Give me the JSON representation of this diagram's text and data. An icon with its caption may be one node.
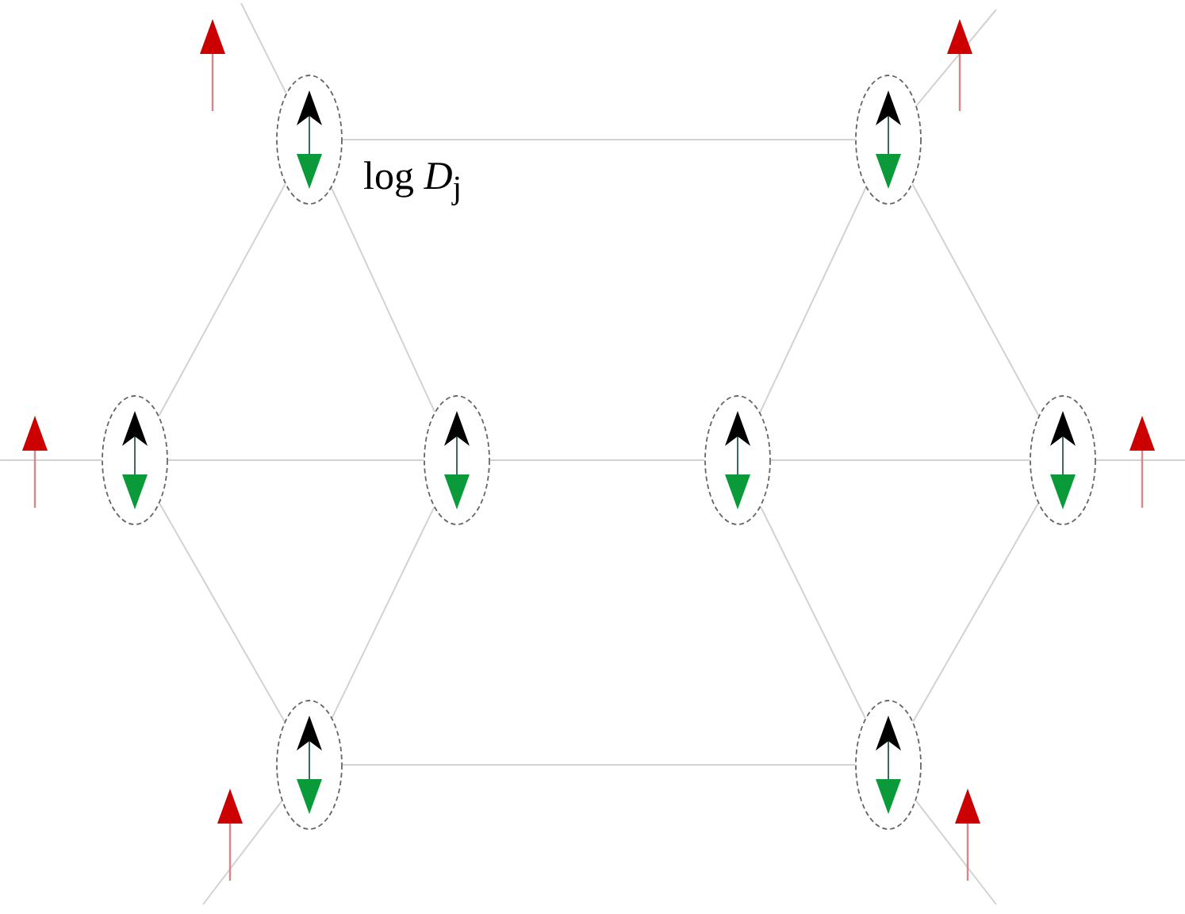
{
  "diagram": {
    "nodes": [
      {
        "text": [],
        "shape": "ellipse"
      },
      {
        "text": [],
        "shape": "ellipse"
      },
      {
        "text": [],
        "shape": "ellipse"
      },
      {
        "text": [],
        "shape": "ellipse"
      },
      {
        "text": [],
        "shape": "ellipse"
      },
      {
        "text": [],
        "shape": "ellipse"
      },
      {
        "text": [],
        "shape": "ellipse"
      },
      {
        "text": [],
        "shape": "ellipse"
      }
    ],
    "edges": [
      {
        "from": 0,
        "to": 4,
        "arrow": "none"
      },
      {
        "from": 0,
        "to": 1,
        "arrow": "none"
      },
      {
        "from": 0,
        "to": 2,
        "arrow": "none"
      },
      {
        "from": 1,
        "to": 3,
        "arrow": "none"
      },
      {
        "from": 2,
        "to": 3,
        "arrow": "none"
      },
      {
        "from": 3,
        "to": 7,
        "arrow": "none"
      },
      {
        "from": 4,
        "to": 5,
        "arrow": "none"
      },
      {
        "from": 4,
        "to": 6,
        "arrow": "none"
      },
      {
        "from": 5,
        "to": 7,
        "arrow": "none"
      },
      {
        "from": 6,
        "to": 7,
        "arrow": "none"
      },
      {
        "from": 1,
        "to": 2,
        "arrow": "none"
      },
      {
        "from": 2,
        "to": 5,
        "arrow": "none"
      },
      {
        "from": 5,
        "to": 6,
        "arrow": "none"
      },
      {
        "from": null,
        "to": 1,
        "arrow": "none"
      },
      {
        "from": 6,
        "to": null,
        "arrow": "none"
      },
      {
        "from": null,
        "to": 0,
        "arrow": "none"
      },
      {
        "from": 4,
        "to": null,
        "arrow": "none"
      },
      {
        "from": 3,
        "to": null,
        "arrow": "none"
      },
      {
        "from": 7,
        "to": null,
        "arrow": "none"
      }
    ],
    "labels": [
      "log *D*$_{j}$"
    ]
  }
}
